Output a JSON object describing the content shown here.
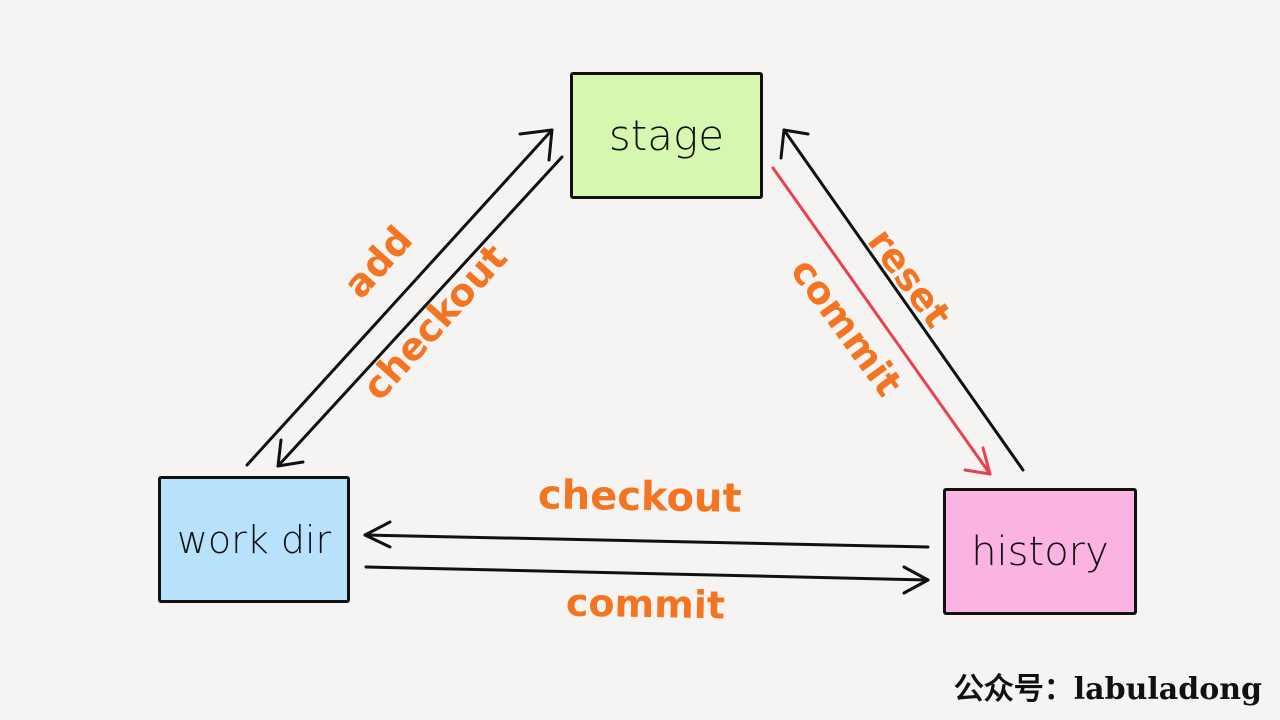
{
  "nodes": {
    "stage": {
      "label": "stage",
      "color": "#d6f7b0"
    },
    "work_dir": {
      "label": "work dir",
      "color": "#b8e2fb"
    },
    "history": {
      "label": "history",
      "color": "#fbb3e1"
    }
  },
  "edges": {
    "add": "add",
    "checkout_to_workdir_from_stage": "checkout",
    "reset": "reset",
    "commit_stage_to_history": "commit",
    "checkout_history_to_workdir": "checkout",
    "commit_workdir_to_history": "commit"
  },
  "colors": {
    "label": "#f37521",
    "highlight_arrow": "#e8414f",
    "arrow": "#111111",
    "background": "#f5f4f2"
  },
  "watermark": "公众号：labuladong"
}
